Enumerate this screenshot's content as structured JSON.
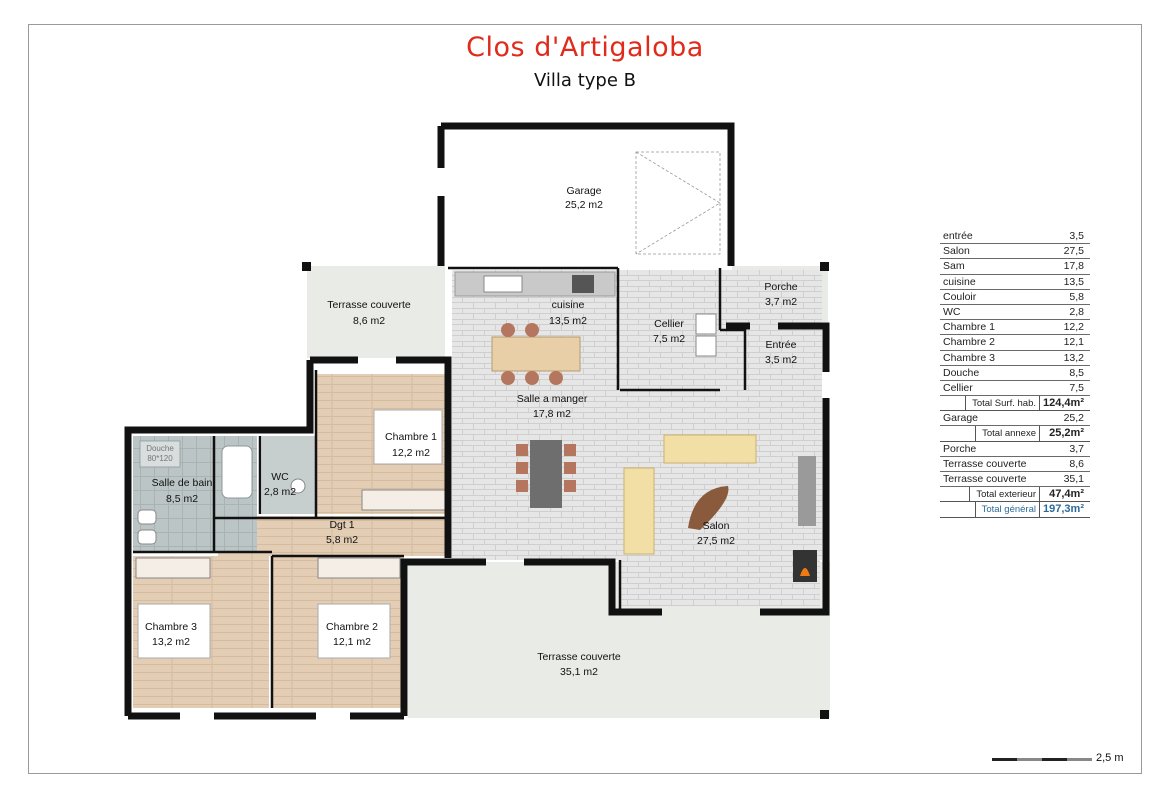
{
  "header": {
    "title": "Clos d'Artigaloba",
    "subtitle": "Villa type B"
  },
  "rooms": {
    "garage": {
      "name": "Garage",
      "area": "25,2 m2"
    },
    "terrasse_nw": {
      "name": "Terrasse couverte",
      "area": "8,6 m2"
    },
    "cuisine": {
      "name": "cuisine",
      "area": "13,5 m2"
    },
    "cellier": {
      "name": "Cellier",
      "area": "7,5 m2"
    },
    "porche": {
      "name": "Porche",
      "area": "3,7 m2"
    },
    "entree": {
      "name": "Entrée",
      "area": "3,5 m2"
    },
    "salle_manger": {
      "name": "Salle a manger",
      "area": "17,8 m2"
    },
    "chambre1": {
      "name": "Chambre 1",
      "area": "12,2 m2"
    },
    "wc": {
      "name": "WC",
      "area": "2,8 m2"
    },
    "salle_bain": {
      "name": "Salle de bain",
      "area": "8,5 m2"
    },
    "douche_label": {
      "name": "Douche",
      "size": "80*120"
    },
    "dgt": {
      "name": "Dgt 1",
      "area": "5,8 m2"
    },
    "salon": {
      "name": "Salon",
      "area": "27,5 m2"
    },
    "chambre3": {
      "name": "Chambre 3",
      "area": "13,2 m2"
    },
    "chambre2": {
      "name": "Chambre 2",
      "area": "12,1 m2"
    },
    "terrasse_s": {
      "name": "Terrasse couverte",
      "area": "35,1 m2"
    }
  },
  "surface_table": {
    "rows": [
      {
        "label": "entrée",
        "value": "3,5"
      },
      {
        "label": "Salon",
        "value": "27,5"
      },
      {
        "label": "Sam",
        "value": "17,8"
      },
      {
        "label": "cuisine",
        "value": "13,5"
      },
      {
        "label": "Couloir",
        "value": "5,8"
      },
      {
        "label": "WC",
        "value": "2,8"
      },
      {
        "label": "Chambre 1",
        "value": "12,2"
      },
      {
        "label": "Chambre 2",
        "value": "12,1"
      },
      {
        "label": "Chambre 3",
        "value": "13,2"
      },
      {
        "label": "Douche",
        "value": "8,5"
      },
      {
        "label": "Cellier",
        "value": "7,5"
      }
    ],
    "total_hab": {
      "label": "Total Surf. hab.",
      "value": "124,4m²"
    },
    "annexe_rows": [
      {
        "label": "Garage",
        "value": "25,2"
      }
    ],
    "total_annexe": {
      "label": "Total annexe",
      "value": "25,2m²"
    },
    "ext_rows": [
      {
        "label": "Porche",
        "value": "3,7"
      },
      {
        "label": "Terrasse couverte",
        "value": "8,6"
      },
      {
        "label": "Terrasse couverte",
        "value": "35,1"
      }
    ],
    "total_ext": {
      "label": "Total exterieur",
      "value": "47,4m²"
    },
    "total_general": {
      "label": "Total général",
      "value": "197,3m²"
    }
  },
  "scale": {
    "label": "2,5 m"
  },
  "colors": {
    "title": "#e02a1c",
    "wall": "#111111",
    "tile": "#e4e4e4",
    "wood": "#e2cbb2",
    "terrace": "#e8ebe6",
    "total_general": "#2b6a9a"
  }
}
